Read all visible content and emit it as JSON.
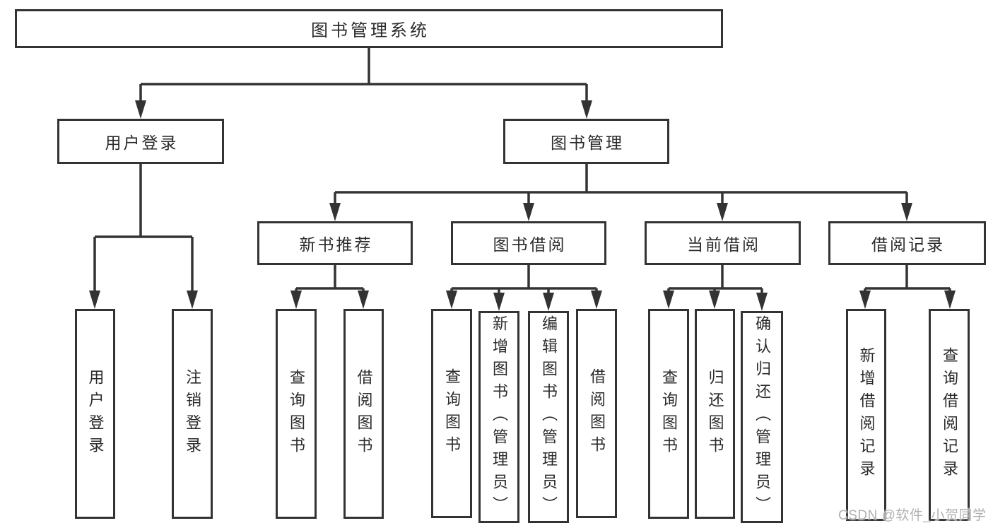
{
  "tree": {
    "root": {
      "label": "图书管理系统"
    },
    "children": [
      {
        "label": "用户登录",
        "children": [
          {
            "label": "用户登录"
          },
          {
            "label": "注销登录"
          }
        ]
      },
      {
        "label": "图书管理",
        "children": [
          {
            "label": "新书推荐",
            "children": [
              {
                "label": "查询图书"
              },
              {
                "label": "借阅图书"
              }
            ]
          },
          {
            "label": "图书借阅",
            "children": [
              {
                "label": "查询图书"
              },
              {
                "label": "新增图书（管理员）"
              },
              {
                "label": "编辑图书（管理员）"
              },
              {
                "label": "借阅图书"
              }
            ]
          },
          {
            "label": "当前借阅",
            "children": [
              {
                "label": "查询图书"
              },
              {
                "label": "归还图书"
              },
              {
                "label": "确认归还（管理员）"
              }
            ]
          },
          {
            "label": "借阅记录",
            "children": [
              {
                "label": "新增借阅记录"
              },
              {
                "label": "查询借阅记录"
              }
            ]
          }
        ]
      }
    ]
  },
  "watermark": {
    "text": "CSDN @软件_小贺同学"
  },
  "colors": {
    "line": "#333333",
    "text": "#2a2a2a",
    "box_fill": "#ffffff",
    "watermark": "#b0b0b0"
  }
}
